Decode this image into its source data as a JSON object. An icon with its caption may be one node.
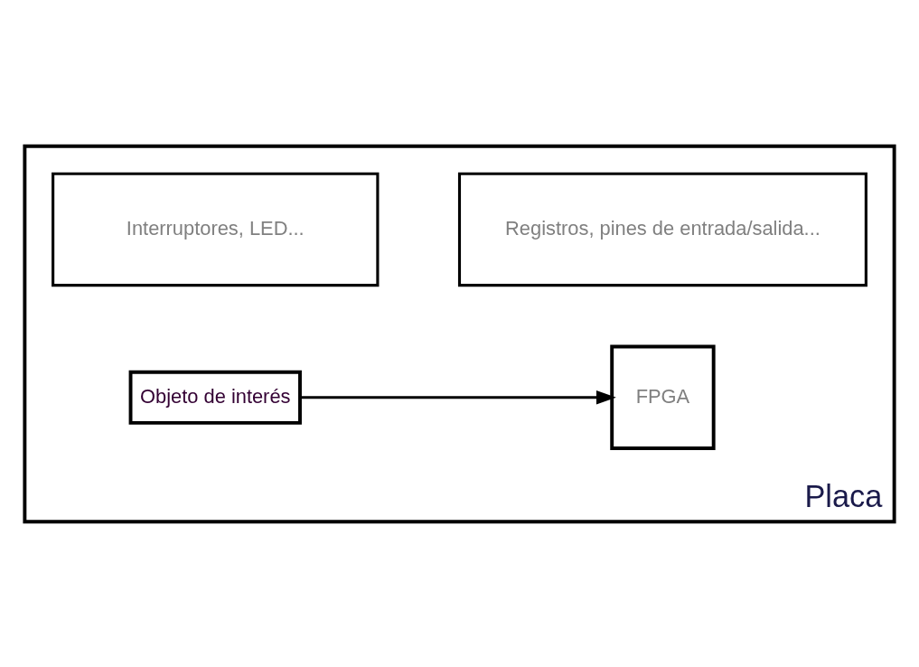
{
  "diagram": {
    "nodes": [
      {
        "text": [
          "Placa"
        ]
      },
      {
        "text": [
          "Interruptores, LED..."
        ],
        "in": 0
      },
      {
        "text": [
          "Objeto de interés"
        ],
        "in": 0
      },
      {
        "text": [
          "FPGA"
        ],
        "in": 0
      },
      {
        "text": [
          "Registros, pines de entrada/salida..."
        ],
        "in": 0
      }
    ],
    "edges": [
      {
        "from": 2,
        "to": 3,
        "arrow": "to"
      }
    ]
  }
}
